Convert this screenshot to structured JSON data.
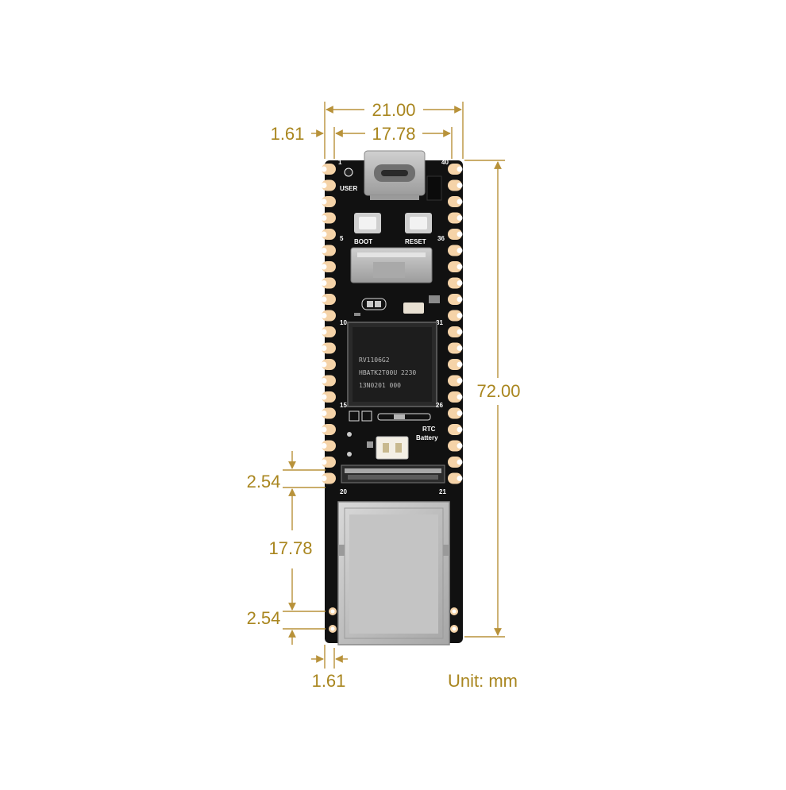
{
  "dimensions": {
    "total_width": "21.00",
    "pin_row_spacing": "17.78",
    "left_edge_offset": "1.61",
    "board_length": "72.00",
    "pin_pitch_top": "2.54",
    "mount_hole_spacing": "17.78",
    "pin_pitch_bottom": "2.54",
    "bottom_edge_offset": "1.61",
    "unit_label": "Unit: mm"
  },
  "board": {
    "colors": {
      "pcb": "#111111",
      "pad": "#f5d3a8",
      "dimension": "#a9861f",
      "metal": "#c9c9c9"
    },
    "silkscreen": {
      "pin_1": "1",
      "pin_40": "40",
      "user_label": "USER",
      "pin_5": "5",
      "pin_36": "36",
      "boot_label": "BOOT",
      "reset_label": "RESET",
      "pin_10": "10",
      "pin_31": "31",
      "pin_15": "15",
      "pin_26": "26",
      "rtc_label": "RTC",
      "battery_label": "Battery",
      "pin_20": "20",
      "pin_21": "21"
    },
    "chip": {
      "line1": "RV1106G2",
      "line2": "HBATK2T00U 2230",
      "line3": "13N0201 000"
    }
  }
}
